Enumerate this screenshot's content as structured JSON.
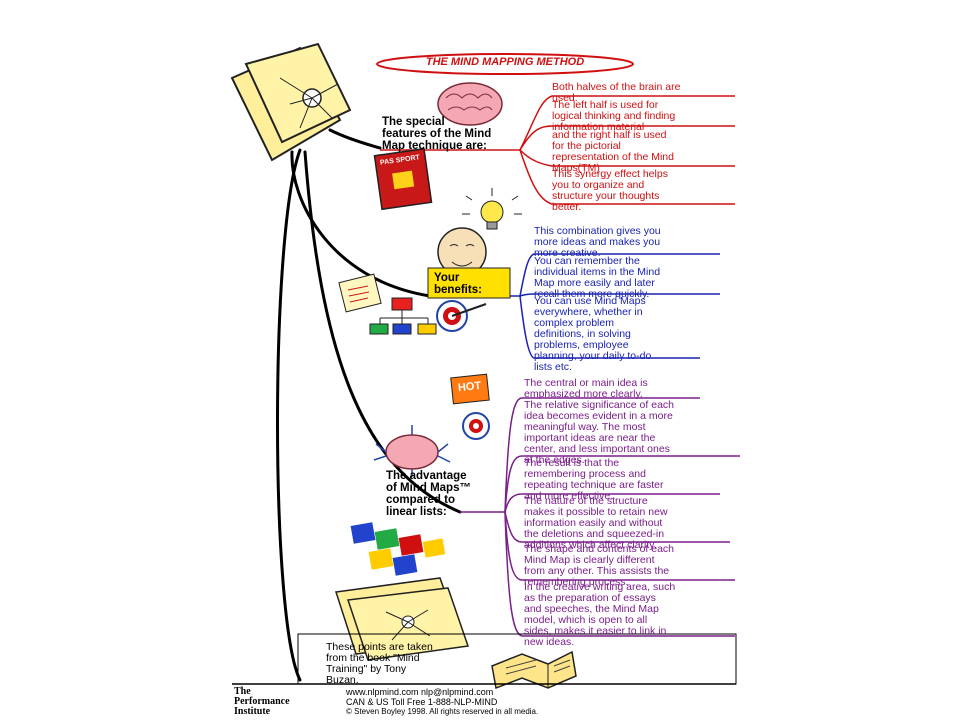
{
  "title": "THE MIND MAPPING METHOD",
  "branch1": {
    "heading": "The special\nfeatures of the Mind\nMap technique are:",
    "items": [
      "Both halves of the brain are\nused.",
      "The left half is used for\nlogical thinking and finding\ninformation material",
      "and the right half is used\nfor the pictorial\nrepresentation of the Mind\nMaps(TM)",
      "This synergy effect helps\nyou to organize and\nstructure your thoughts\nbetter."
    ]
  },
  "branch2": {
    "heading": "Your\nbenefits:",
    "items": [
      "This combination gives you\nmore ideas and makes you\nmore creative.",
      "You can remember the\nindividual items in the Mind\nMap more easily and later\nrecall them more quickly.",
      "You can use Mind Maps\neverywhere, whether in\ncomplex problem\ndefinitions, in solving\nproblems, employee\nplanning, your daily to-do\nlists etc."
    ]
  },
  "branch3": {
    "heading": "The advantage\nof Mind Maps™\ncompared to\nlinear lists:",
    "items": [
      "The central or main idea is\nemphasized more clearly.",
      "The relative significance of each\nidea becomes evident in a more\nmeaningful way. The most\nimportant ideas are near the\ncenter, and less important ones\nat the edges.",
      "The result is that the\nremembering process and\nrepeating technique are faster\nand more effective.",
      "The nature of the structure\nmakes it possible to retain new\ninformation easily and without\nthe deletions and squeezed-in\nadditions which affect clarity.",
      "The shape and contents of each\nMind Map is clearly different\nfrom any other. This assists the\nremembering process.",
      "In the creative writing area, such\nas the preparation of essays\nand speeches, the Mind Map\nmodel, which is open to all\nsides, makes it easier to link in\nnew ideas."
    ]
  },
  "source_note": "These points are taken\nfrom the book \"Mind\nTraining\" by Tony\nBuzan.",
  "passport_label": "PAS SPORT",
  "hot_label": "HOT",
  "footer": {
    "org": "The\nPerformance\nInstitute",
    "web": "www.nlpmind.com   nlp@nlpmind.com",
    "phone": "CAN & US Toll Free 1-888-NLP-MIND",
    "copyright": "© Steven Boyley 1998. All rights reserved in all media."
  },
  "colors": {
    "branch1": "#d01010",
    "branch2": "#1a22b0",
    "branch3": "#7a1e8a",
    "highlight": "#ffe000"
  }
}
